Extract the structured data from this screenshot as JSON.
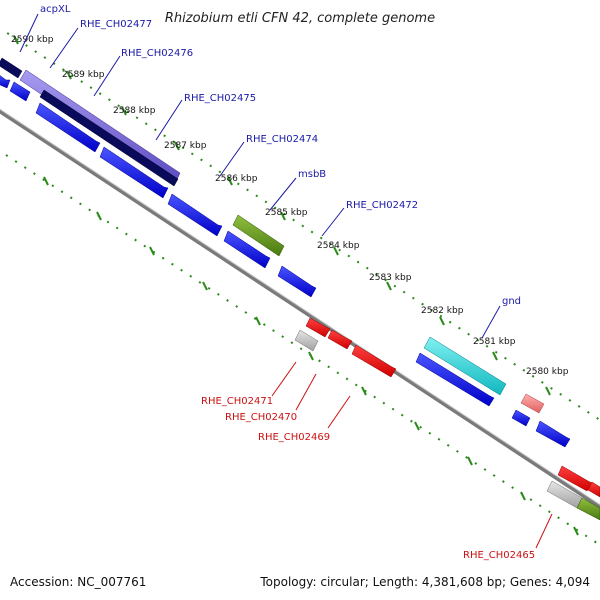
{
  "title": "Rhizobium etli CFN 42, complete genome",
  "footer": {
    "accession": "Accession: NC_007761",
    "topology": "Topology: circular; Length: 4,381,608 bp; Genes: 4,094"
  },
  "kbp_labels": [
    "2590 kbp",
    "2589 kbp",
    "2588 kbp",
    "2587 kbp",
    "2586 kbp",
    "2585 kbp",
    "2584 kbp",
    "2583 kbp",
    "2582 kbp",
    "2581 kbp",
    "2580 kbp"
  ],
  "blue_gene_labels": [
    "acpXL",
    "RHE_CH02477",
    "RHE_CH02476",
    "RHE_CH02475",
    "RHE_CH02474",
    "msbB",
    "RHE_CH02472",
    "gnd"
  ],
  "red_gene_labels": [
    "RHE_CH02471",
    "RHE_CH02470",
    "RHE_CH02469",
    "RHE_CH02465"
  ],
  "colors": {
    "blue": "#0a10e6",
    "dark_navy": "#0a0a5a",
    "purple": "#6a5acd",
    "olive": "#5b8c1a",
    "cyan": "#20c8c8",
    "red": "#ee0000",
    "pink": "#f08080",
    "grey": "#bdbdbd",
    "backbone": "#8a8a8a",
    "tick": "#2a8a1a"
  }
}
